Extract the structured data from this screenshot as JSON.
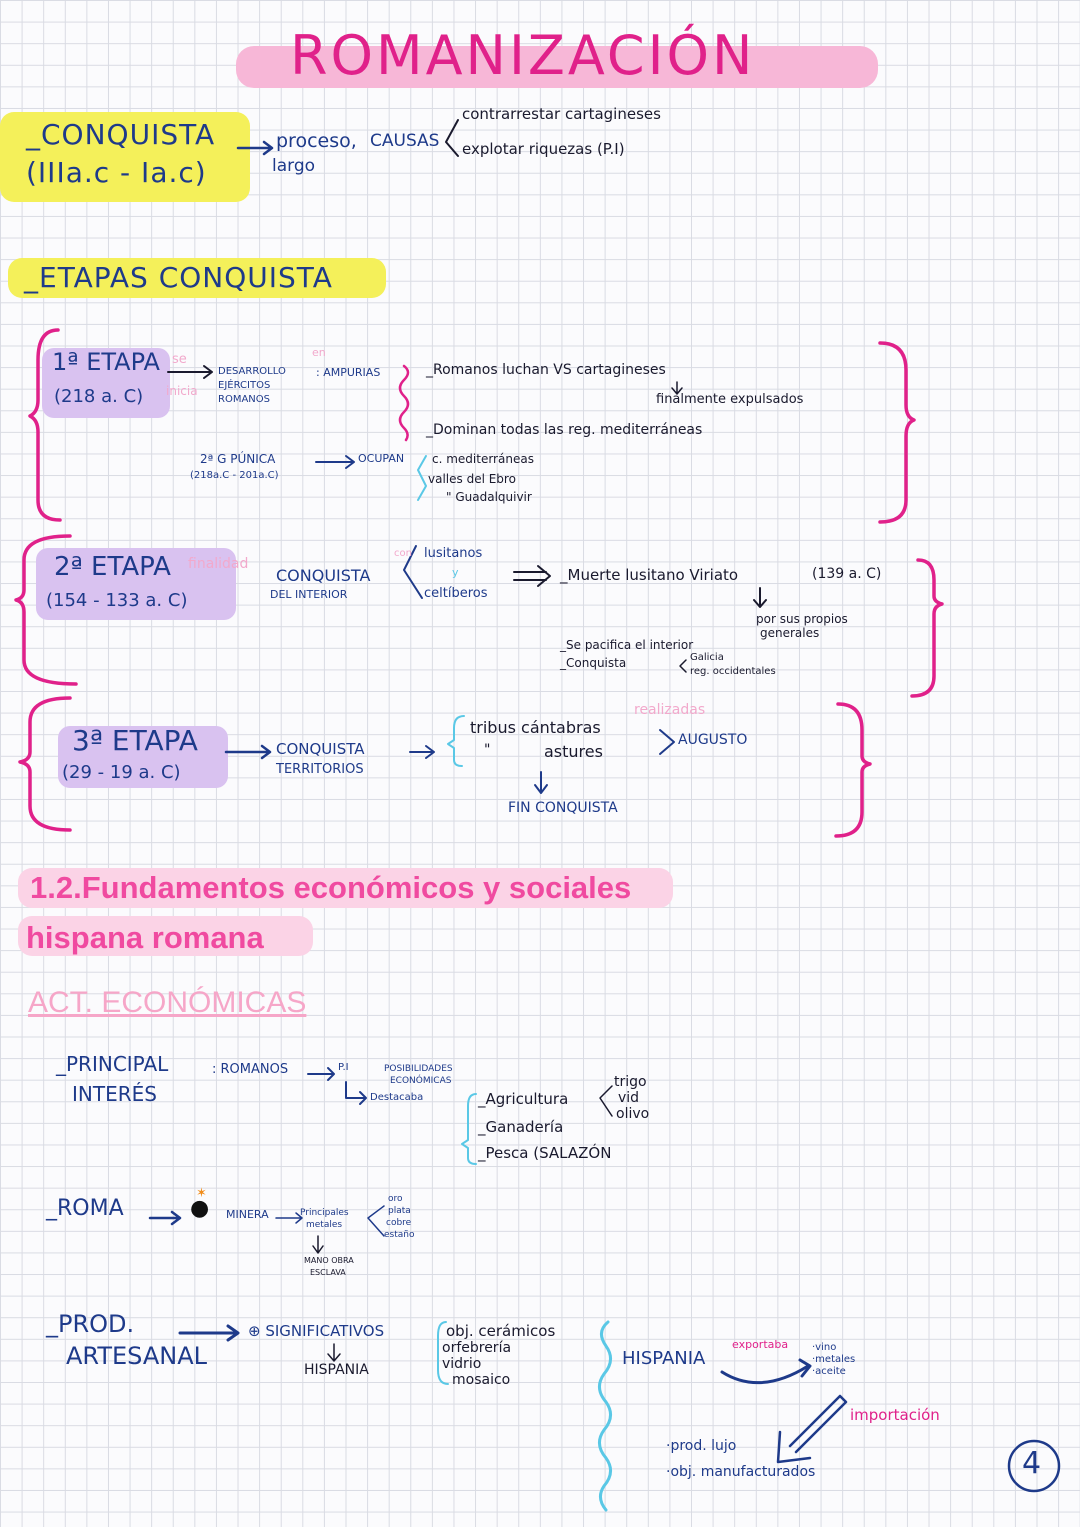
{
  "title": "ROMANIZACIÓN",
  "conquista": {
    "label": "_CONQUISTA",
    "dates": "(IIIa.c - Ia.c)",
    "arrow_text": "proceso,",
    "causes_label": "CAUSAS",
    "largo": "largo",
    "cause_1": "contrarrestar cartagineses",
    "cause_2": "explotar riquezas (P.I)"
  },
  "etapas_heading": "_ETAPAS CONQUISTA",
  "etapa1": {
    "title": "1ª ETAPA",
    "dates": "(218 a. C)",
    "se": "se",
    "inicia": "inicia",
    "desarrollo": "DESARROLLO",
    "ejercitos": "EJÉRCITOS",
    "romanos": "ROMANOS",
    "en": "en",
    "ampurias": ": AMPURIAS",
    "point_1": "_Romanos luchan VS cartagineses",
    "point_1b": "finalmente expulsados",
    "point_2": "_Dominan todas las reg. mediterráneas",
    "punica": "2ª G PÚNICA",
    "punica_dates": "(218a.C - 201a.C)",
    "ocupan": "OCUPAN",
    "occ_1": "c. mediterráneas",
    "occ_2": "valles del Ebro",
    "occ_3": "\"   Guadalquivir"
  },
  "etapa2": {
    "title": "2ª ETAPA",
    "dates": "(154 - 133 a. C)",
    "finalidad": "finalidad",
    "conquista": "CONQUISTA",
    "del_interior": "DEL INTERIOR",
    "con": "con",
    "lusitanos": "lusitanos",
    "y": "y",
    "celtiberos": "celtíberos",
    "muerte": "_Muerte lusitano Viriato",
    "muerte_date": "(139 a. C)",
    "por": "por sus propios",
    "generales": "generales",
    "pacifica": "_Se pacifica el interior",
    "conquista2": "_Conquista",
    "galicia": "Galicia",
    "occidentales": "reg. occidentales"
  },
  "etapa3": {
    "title": "3ª ETAPA",
    "dates": "(29 - 19 a. C)",
    "conquista": "CONQUISTA",
    "territorios": "TERRITORIOS",
    "tribus": "tribus cántabras",
    "astures": "astures",
    "ditto": "\"",
    "realizadas": "realizadas",
    "augusto": "AUGUSTO",
    "fin": "FIN CONQUISTA"
  },
  "section_title_1": "1.2.Fundamentos económicos y sociales",
  "section_title_2": "hispana romana",
  "act_heading": "ACT. ECONÓMICAS",
  "principal": {
    "label_1": "_PRINCIPAL",
    "label_2": "INTERÉS",
    "romanos": ": ROMANOS",
    "pi": "P.I",
    "posibilidades": "POSIBILIDADES",
    "economicas": "ECONÓMICAS",
    "destacaba": "Destacaba",
    "agricultura": "_Agricultura",
    "trigo": "trigo",
    "vid": "vid",
    "olivo": "olivo",
    "ganaderia": "_Ganadería",
    "pesca": "_Pesca (SALAZÓN"
  },
  "roma": {
    "label": "_ROMA",
    "minera": "MINERA",
    "principales": "Principales",
    "metales": "metales",
    "oro": "oro",
    "plata": "plata",
    "cobre": "cobre",
    "estano": "estaño",
    "mano_obra": "MANO OBRA",
    "esclava": "ESCLAVA"
  },
  "prod": {
    "label_1": "_PROD.",
    "label_2": "ARTESANAL",
    "significativos": "⊕ SIGNIFICATIVOS",
    "hispania": "HISPANIA",
    "obj_1": "obj. cerámicos",
    "obj_2": "orfebrería",
    "obj_3": "vidrio",
    "obj_4": "mosaico",
    "hispania2": "HISPANIA",
    "exportaba": "exportaba",
    "exp_1": "·vino",
    "exp_2": "·metales",
    "exp_3": "·aceite",
    "importacion": "importación",
    "imp_1": "·prod. lujo",
    "imp_2": "·obj. manufacturados"
  },
  "page_number": "4",
  "colors": {
    "pink": "#e0218a",
    "navy": "#1e3a8a",
    "yellow": "#f4f05a",
    "purple": "#d9c2f0",
    "cyan": "#5ac8e6"
  }
}
